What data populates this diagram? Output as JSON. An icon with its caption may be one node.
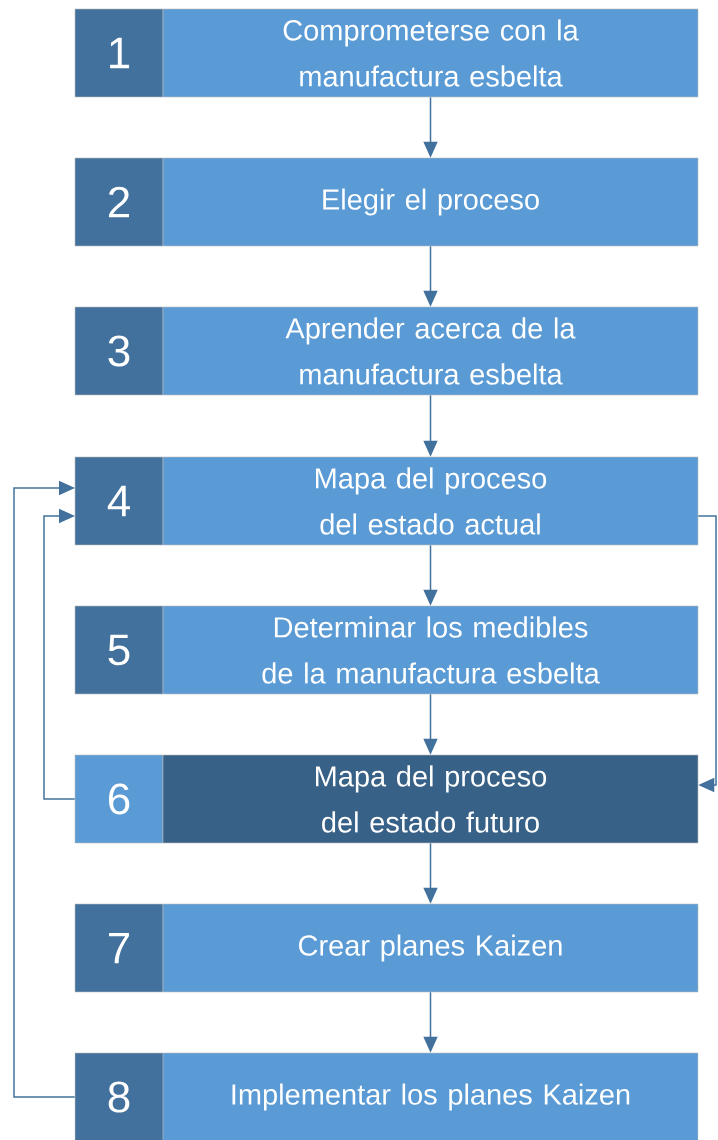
{
  "diagram": {
    "nodes": [
      {
        "text": [
          "1"
        ]
      },
      {
        "text": [
          "Comprometerse con la manufactura esbelta"
        ]
      },
      {
        "text": [
          "2"
        ]
      },
      {
        "text": [
          "Elegir el proceso"
        ]
      },
      {
        "text": [
          "3"
        ]
      },
      {
        "text": [
          "Aprender acerca de la manufactura esbelta"
        ]
      },
      {
        "text": [
          "4"
        ]
      },
      {
        "text": [
          "Mapa del proceso del estado actual"
        ]
      },
      {
        "text": [
          "5"
        ]
      },
      {
        "text": [
          "Determinar los medibles de la manufactura esbelta"
        ]
      },
      {
        "text": [
          "6"
        ]
      },
      {
        "text": [
          "Mapa del proceso del estado futuro"
        ]
      },
      {
        "text": [
          "7"
        ]
      },
      {
        "text": [
          "Crear planes Kaizen"
        ]
      },
      {
        "text": [
          "8"
        ]
      },
      {
        "text": [
          "Implementar los planes Kaizen"
        ]
      }
    ],
    "edges": [
      {
        "from": 1,
        "to": 3,
        "arrow": "to"
      },
      {
        "from": 3,
        "to": 5,
        "arrow": "to"
      },
      {
        "from": 5,
        "to": 7,
        "arrow": "to"
      },
      {
        "from": 7,
        "to": 9,
        "arrow": "to"
      },
      {
        "from": 9,
        "to": 11,
        "arrow": "to"
      },
      {
        "from": 11,
        "to": 13,
        "arrow": "to"
      },
      {
        "from": 13,
        "to": 15,
        "arrow": "to"
      },
      {
        "from": 14,
        "to": 6,
        "arrow": "to"
      },
      {
        "from": 10,
        "to": 6,
        "arrow": "to"
      },
      {
        "from": 7,
        "to": 11,
        "arrow": "to"
      }
    ]
  }
}
